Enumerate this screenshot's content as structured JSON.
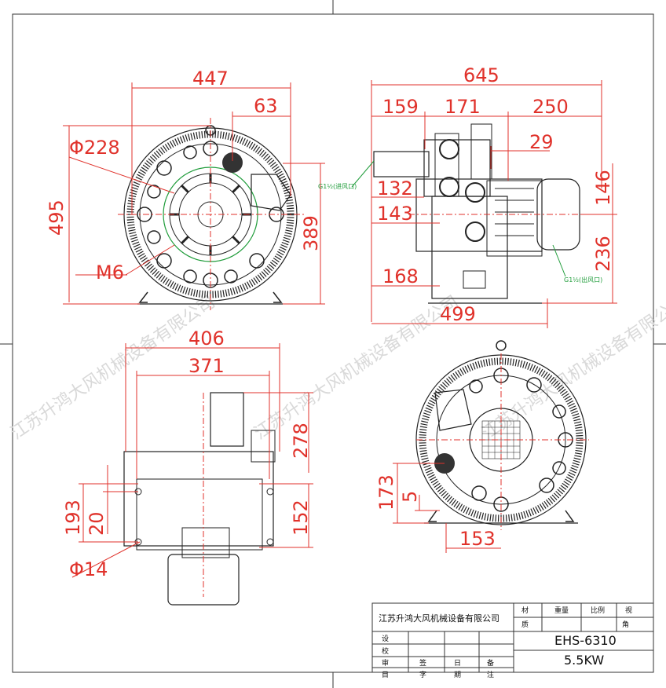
{
  "dimensions": {
    "front": {
      "width_447": "447",
      "bolt_63": "63",
      "diameter_228": "Φ228",
      "height_495": "495",
      "height_389": "389",
      "thread_m6": "M6"
    },
    "side": {
      "overall_645": "645",
      "d159": "159",
      "d171": "171",
      "d250": "250",
      "d29": "29",
      "d132": "132",
      "d143": "143",
      "d146": "146",
      "d168": "168",
      "d236": "236",
      "d499": "499"
    },
    "top": {
      "d406": "406",
      "d371": "371",
      "d278": "278",
      "d193": "193",
      "d20": "20",
      "d152": "152",
      "dia14": "Φ14"
    },
    "rear": {
      "d173": "173",
      "d5": "5",
      "d153": "153"
    }
  },
  "notes": {
    "inlet": "G1½(进风口)",
    "outlet": "G1½(出风口)"
  },
  "watermark": "江苏升鸿大风机械设备有限公司",
  "title_block": {
    "company": "江苏升鸿大风机械设备有限公司",
    "material_label": "材",
    "material_label2": "质",
    "weight_label": "重量",
    "scale_label": "比例",
    "view_label": "视",
    "view_label2": "角",
    "design_label": "设",
    "check_label": "校",
    "review_label": "审",
    "sign_label": "签",
    "date_label": "日",
    "prep_label": "备",
    "col_item": "目",
    "col_name": "字",
    "col_period": "期",
    "col_note": "注",
    "model": "EHS-6310",
    "power": "5.5KW"
  },
  "colors": {
    "dimension": "#e0322b",
    "note": "#1f9c3a",
    "outline": "#222222"
  }
}
